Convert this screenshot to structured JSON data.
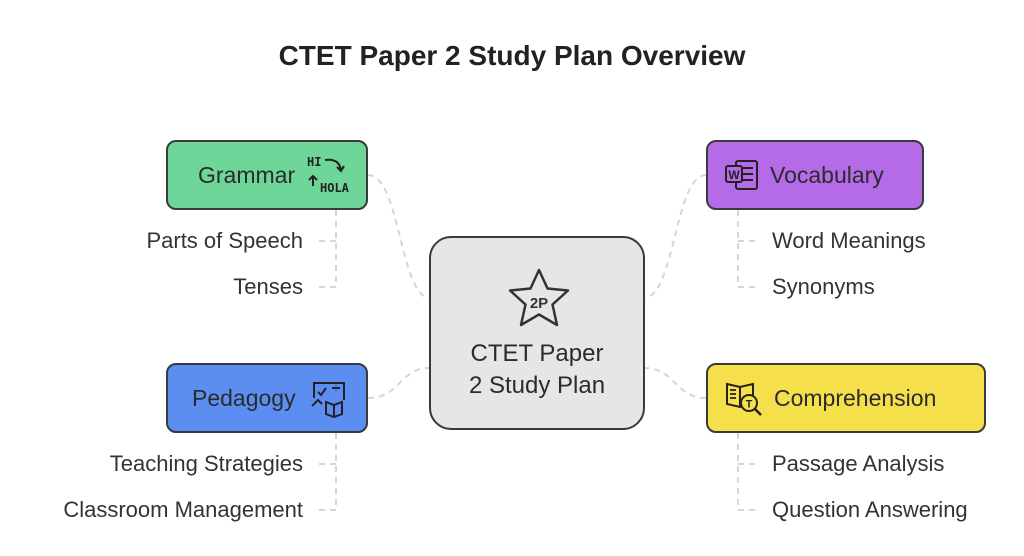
{
  "title": "CTET Paper 2 Study Plan Overview",
  "center": {
    "badge": "2P",
    "line1": "CTET Paper",
    "line2": "2 Study Plan"
  },
  "branches": {
    "grammar": {
      "label": "Grammar",
      "icon": "translate-icon",
      "icon_text_top": "HI",
      "icon_text_bottom": "HOLA",
      "color": "#6fd69a",
      "items": [
        "Parts of Speech",
        "Tenses"
      ]
    },
    "vocabulary": {
      "label": "Vocabulary",
      "icon": "word-document-icon",
      "icon_text": "W",
      "color": "#b56ae8",
      "items": [
        "Word Meanings",
        "Synonyms"
      ]
    },
    "pedagogy": {
      "label": "Pedagogy",
      "icon": "teaching-board-icon",
      "color": "#5b8ef0",
      "items": [
        "Teaching Strategies",
        "Classroom Management"
      ]
    },
    "comprehension": {
      "label": "Comprehension",
      "icon": "reading-book-icon",
      "icon_text": "T",
      "color": "#f5e04c",
      "items": [
        "Passage Analysis",
        "Question Answering"
      ]
    }
  }
}
